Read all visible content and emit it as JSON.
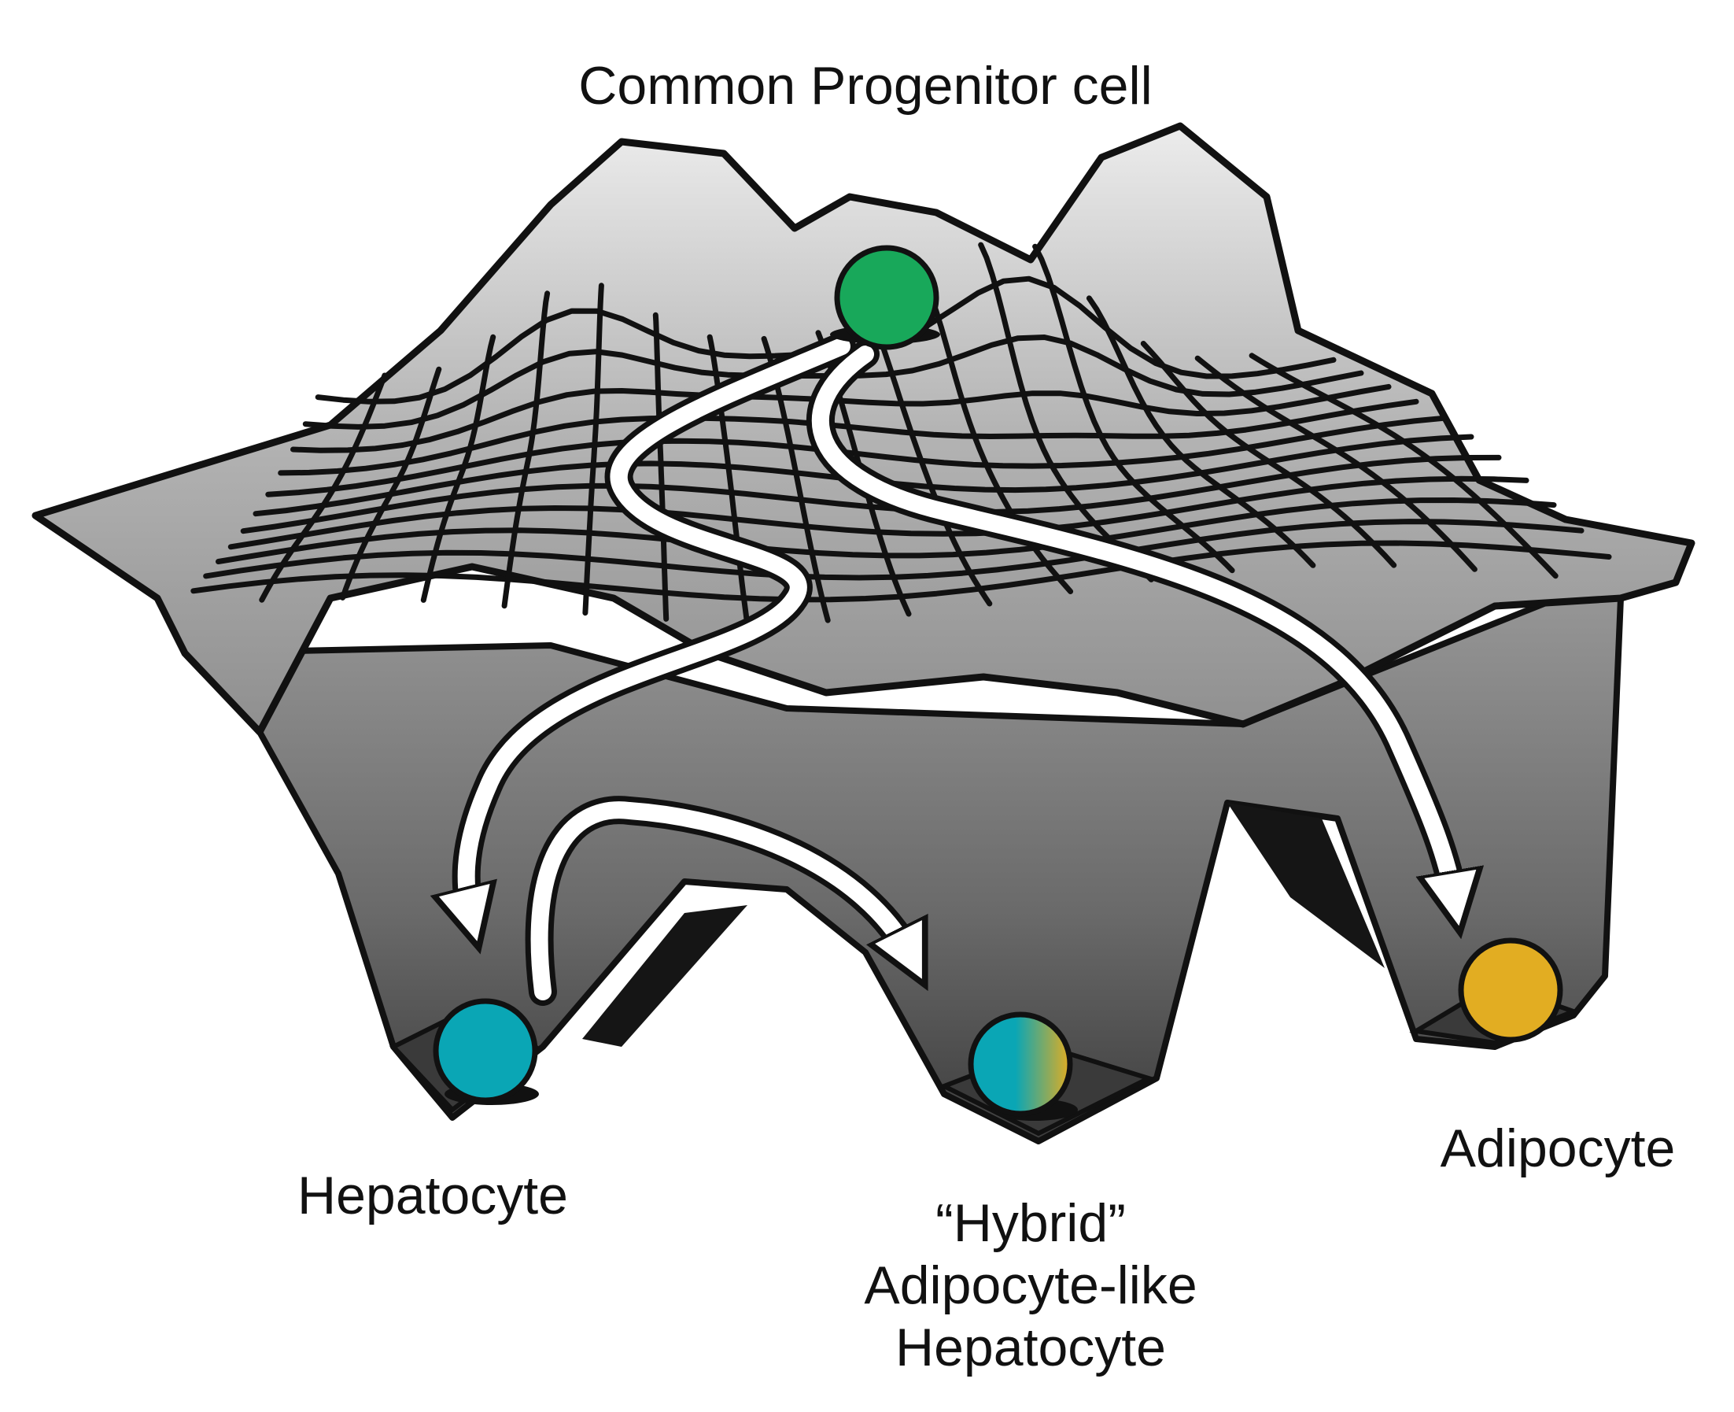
{
  "labels": {
    "progenitor": "Common Progenitor cell",
    "hepatocyte": "Hepatocyte",
    "hybrid_line1": "“Hybrid”",
    "hybrid_line2": "Adipocyte-like",
    "hybrid_line3": "Hepatocyte",
    "adipocyte": "Adipocyte"
  },
  "colors": {
    "progenitor_cell": "#18a85a",
    "hepatocyte_cell": "#0aa6b5",
    "adipocyte_cell": "#e2ad22",
    "surface_light": "#e4e4e4",
    "surface_mid": "#a9a9a9",
    "surface_dark": "#4a4a4a",
    "arrow": "#ffffff",
    "outline": "#111111"
  },
  "paths": [
    {
      "from": "progenitor",
      "to": "hepatocyte"
    },
    {
      "from": "progenitor",
      "to": "adipocyte"
    },
    {
      "from": "hepatocyte",
      "to": "hybrid"
    }
  ]
}
